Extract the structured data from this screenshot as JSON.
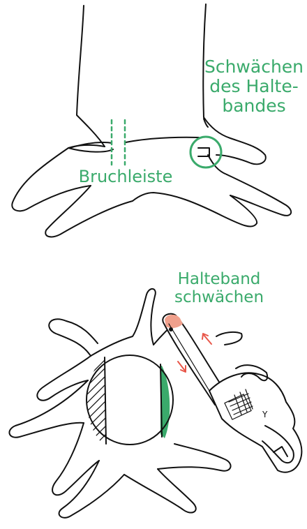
{
  "labels": {
    "weaken_band_top": [
      "Schwächen",
      "des Halte-",
      "bandes"
    ],
    "break_strip": "Bruchleiste",
    "weaken_band_bottom": [
      "Halteband",
      "schwächen"
    ]
  },
  "colors": {
    "accent_green": "#3aaa6b",
    "arrow_red": "#e8574a",
    "saw_tip": "#f0a08c",
    "ink": "#111111"
  }
}
